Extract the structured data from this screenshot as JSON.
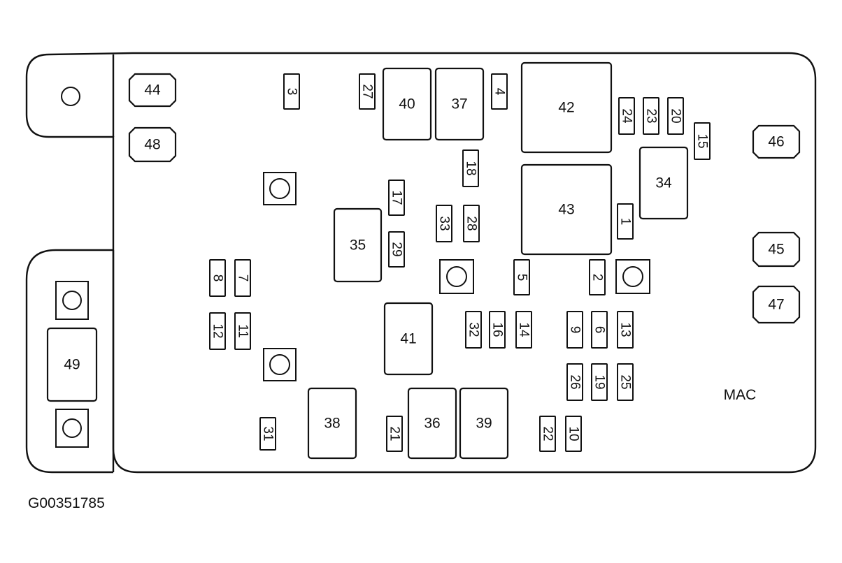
{
  "diagram": {
    "maker_label": "MAC",
    "figure_id": "G00351785",
    "components": [
      {
        "id": "44",
        "kind": "corner"
      },
      {
        "id": "48",
        "kind": "corner"
      },
      {
        "id": "46",
        "kind": "corner"
      },
      {
        "id": "45",
        "kind": "corner"
      },
      {
        "id": "47",
        "kind": "corner"
      },
      {
        "id": "40",
        "kind": "relay"
      },
      {
        "id": "37",
        "kind": "relay"
      },
      {
        "id": "42",
        "kind": "relay"
      },
      {
        "id": "43",
        "kind": "relay"
      },
      {
        "id": "34",
        "kind": "relay"
      },
      {
        "id": "35",
        "kind": "relay"
      },
      {
        "id": "41",
        "kind": "relay"
      },
      {
        "id": "38",
        "kind": "relay"
      },
      {
        "id": "36",
        "kind": "relay"
      },
      {
        "id": "39",
        "kind": "relay"
      },
      {
        "id": "49",
        "kind": "maxi-fuse"
      },
      {
        "id": "3",
        "kind": "fuse"
      },
      {
        "id": "27",
        "kind": "fuse"
      },
      {
        "id": "4",
        "kind": "fuse"
      },
      {
        "id": "24",
        "kind": "fuse"
      },
      {
        "id": "23",
        "kind": "fuse"
      },
      {
        "id": "20",
        "kind": "fuse"
      },
      {
        "id": "15",
        "kind": "fuse"
      },
      {
        "id": "18",
        "kind": "fuse"
      },
      {
        "id": "17",
        "kind": "fuse"
      },
      {
        "id": "33",
        "kind": "fuse"
      },
      {
        "id": "28",
        "kind": "fuse"
      },
      {
        "id": "29",
        "kind": "fuse"
      },
      {
        "id": "1",
        "kind": "fuse"
      },
      {
        "id": "8",
        "kind": "fuse"
      },
      {
        "id": "7",
        "kind": "fuse"
      },
      {
        "id": "5",
        "kind": "fuse"
      },
      {
        "id": "2",
        "kind": "fuse"
      },
      {
        "id": "12",
        "kind": "fuse"
      },
      {
        "id": "11",
        "kind": "fuse"
      },
      {
        "id": "32",
        "kind": "fuse"
      },
      {
        "id": "16",
        "kind": "fuse"
      },
      {
        "id": "14",
        "kind": "fuse"
      },
      {
        "id": "9",
        "kind": "fuse"
      },
      {
        "id": "6",
        "kind": "fuse"
      },
      {
        "id": "13",
        "kind": "fuse"
      },
      {
        "id": "26",
        "kind": "fuse"
      },
      {
        "id": "19",
        "kind": "fuse"
      },
      {
        "id": "25",
        "kind": "fuse"
      },
      {
        "id": "31",
        "kind": "fuse"
      },
      {
        "id": "21",
        "kind": "fuse"
      },
      {
        "id": "22",
        "kind": "fuse"
      },
      {
        "id": "10",
        "kind": "fuse"
      }
    ]
  }
}
